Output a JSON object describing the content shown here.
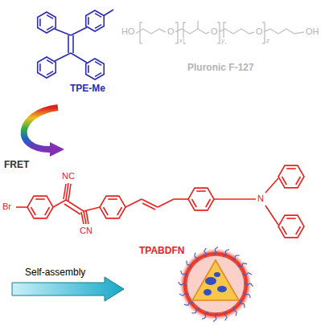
{
  "diagram": {
    "labels": [
      "HO",
      "O",
      "x",
      "O",
      "y",
      "O",
      "z",
      "OH",
      "TPE-Me",
      "Pluronic F-127",
      "FRET",
      "NC",
      "Br",
      "CN",
      "N",
      "TPABDFN",
      "Self-assembly"
    ]
  }
}
